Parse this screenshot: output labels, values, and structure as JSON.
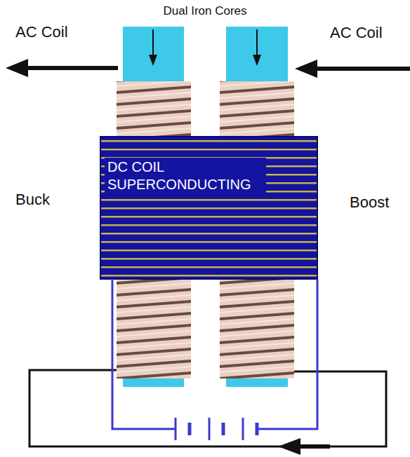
{
  "diagram": {
    "title": "Dual Iron Cores",
    "nodes": [
      {
        "text": [
          "DC COIL SUPERCONDUCTING"
        ]
      }
    ],
    "labels": [
      "AC Coil",
      "AC Coil",
      "Buck",
      "Boost"
    ]
  }
}
